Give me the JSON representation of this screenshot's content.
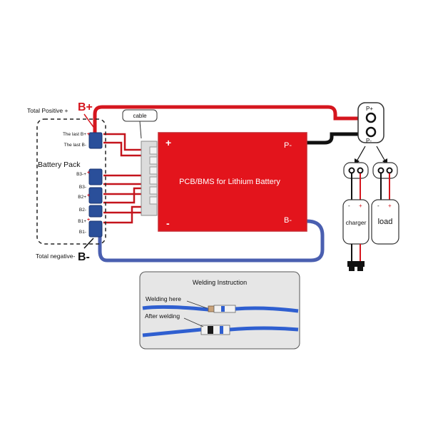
{
  "battery_pack": {
    "title": "Battery Pack",
    "total_positive": "Total Positive +",
    "total_negative": "Total negative-",
    "b_plus": "B+",
    "b_minus": "B-",
    "cells": {
      "last_b_plus": "The last B+",
      "last_b_minus": "The last B-",
      "b3_plus": "B3-+",
      "b3_minus": "B3-",
      "b2_plus": "B2+",
      "b2_minus": "B2-",
      "b1_plus": "B1+",
      "b1_minus": "B1-"
    }
  },
  "cable_label": "cable",
  "pcb": {
    "title": "PCB/BMS for Lithium Battery",
    "plus": "+",
    "minus": "-",
    "p_minus": "P-",
    "b_minus": "B-",
    "color": "#e3141c"
  },
  "output": {
    "p_plus": "P+",
    "p_minus": "P-",
    "charger": "charger",
    "load": "load",
    "charger_plus": "+",
    "charger_minus": "-",
    "load_plus": "+",
    "load_minus": "-"
  },
  "welding": {
    "title": "Welding Instruction",
    "welding_here": "Welding here",
    "after_welding": "After welding"
  },
  "colors": {
    "positive_wire": "#d5161e",
    "negative_wire": "#111111",
    "b_minus_wire": "#4a5fb0",
    "connector": "#2a4f9a",
    "panel": "#e6e6e6"
  }
}
